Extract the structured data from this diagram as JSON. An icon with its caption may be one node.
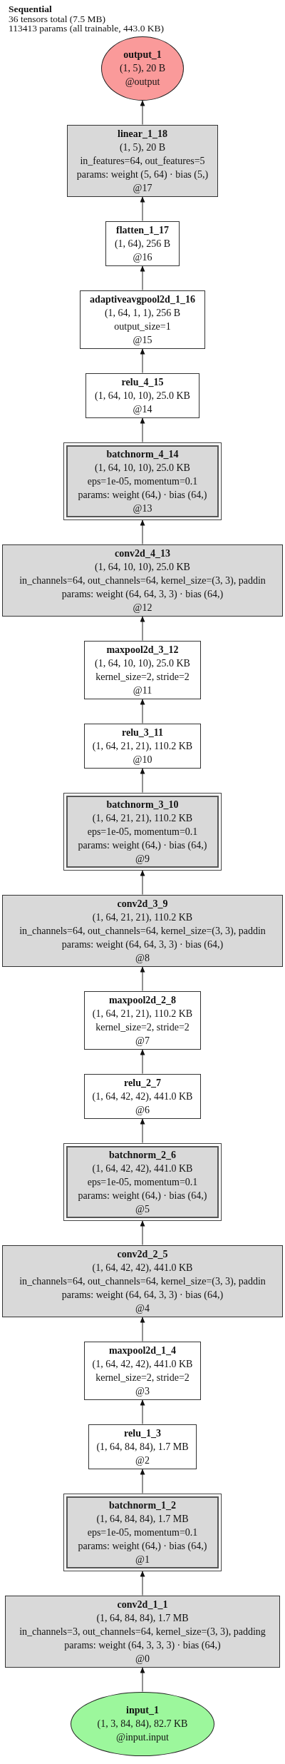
{
  "diagram": {
    "title": "Sequential",
    "labels": [
      "36 tensors total (7.5 MB)",
      "113413 params (all trainable, 443.0 KB)"
    ],
    "nodes": [
      {
        "text": [
          "output_1",
          "(1, 5), 20 B",
          "@output"
        ]
      },
      {
        "text": [
          "linear_1_18",
          "(1, 5), 20 B",
          "in_features=64, out_features=5",
          "params: weight (5, 64) · bias (5,)",
          "@17"
        ]
      },
      {
        "text": [
          "flatten_1_17",
          "(1, 64), 256 B",
          "@16"
        ]
      },
      {
        "text": [
          "adaptiveavgpool2d_1_16",
          "(1, 64, 1, 1), 256 B",
          "output_size=1",
          "@15"
        ]
      },
      {
        "text": [
          "relu_4_15",
          "(1, 64, 10, 10), 25.0 KB",
          "@14"
        ]
      },
      {
        "text": [
          "batchnorm_4_14",
          "(1, 64, 10, 10), 25.0 KB",
          "eps=1e-05, momentum=0.1",
          "params: weight (64,) · bias (64,)",
          "@13"
        ]
      },
      {
        "text": [
          "conv2d_4_13",
          "(1, 64, 10, 10), 25.0 KB",
          "in_channels=64, out_channels=64, kernel_size=(3, 3), paddin",
          "params: weight (64, 64, 3, 3) · bias (64,)",
          "@12"
        ]
      },
      {
        "text": [
          "maxpool2d_3_12",
          "(1, 64, 10, 10), 25.0 KB",
          "kernel_size=2, stride=2",
          "@11"
        ]
      },
      {
        "text": [
          "relu_3_11",
          "(1, 64, 21, 21), 110.2 KB",
          "@10"
        ]
      },
      {
        "text": [
          "batchnorm_3_10",
          "(1, 64, 21, 21), 110.2 KB",
          "eps=1e-05, momentum=0.1",
          "params: weight (64,) · bias (64,)",
          "@9"
        ]
      },
      {
        "text": [
          "conv2d_3_9",
          "(1, 64, 21, 21), 110.2 KB",
          "in_channels=64, out_channels=64, kernel_size=(3, 3), paddin",
          "params: weight (64, 64, 3, 3) · bias (64,)",
          "@8"
        ]
      },
      {
        "text": [
          "maxpool2d_2_8",
          "(1, 64, 21, 21), 110.2 KB",
          "kernel_size=2, stride=2",
          "@7"
        ]
      },
      {
        "text": [
          "relu_2_7",
          "(1, 64, 42, 42), 441.0 KB",
          "@6"
        ]
      },
      {
        "text": [
          "batchnorm_2_6",
          "(1, 64, 42, 42), 441.0 KB",
          "eps=1e-05, momentum=0.1",
          "params: weight (64,) · bias (64,)",
          "@5"
        ]
      },
      {
        "text": [
          "conv2d_2_5",
          "(1, 64, 42, 42), 441.0 KB",
          "in_channels=64, out_channels=64, kernel_size=(3, 3), paddin",
          "params: weight (64, 64, 3, 3) · bias (64,)",
          "@4"
        ]
      },
      {
        "text": [
          "maxpool2d_1_4",
          "(1, 64, 42, 42), 441.0 KB",
          "kernel_size=2, stride=2",
          "@3"
        ]
      },
      {
        "text": [
          "relu_1_3",
          "(1, 64, 84, 84), 1.7 MB",
          "@2"
        ]
      },
      {
        "text": [
          "batchnorm_1_2",
          "(1, 64, 84, 84), 1.7 MB",
          "eps=1e-05, momentum=0.1",
          "params: weight (64,) · bias (64,)",
          "@1"
        ]
      },
      {
        "text": [
          "conv2d_1_1",
          "(1, 64, 84, 84), 1.7 MB",
          "in_channels=3, out_channels=64, kernel_size=(3, 3), padding",
          "params: weight (64, 3, 3, 3) · bias (64,)",
          "@0"
        ]
      },
      {
        "text": [
          "input_1",
          "(1, 3, 84, 84), 82.7 KB",
          "@input.input"
        ]
      }
    ],
    "edges": [
      {
        "from": 1,
        "to": 0,
        "arrow": "to"
      },
      {
        "from": 2,
        "to": 1,
        "arrow": "to"
      },
      {
        "from": 3,
        "to": 2,
        "arrow": "to"
      },
      {
        "from": 4,
        "to": 3,
        "arrow": "to"
      },
      {
        "from": 5,
        "to": 4,
        "arrow": "to"
      },
      {
        "from": 6,
        "to": 5,
        "arrow": "to"
      },
      {
        "from": 7,
        "to": 6,
        "arrow": "to"
      },
      {
        "from": 8,
        "to": 7,
        "arrow": "to"
      },
      {
        "from": 9,
        "to": 8,
        "arrow": "to"
      },
      {
        "from": 10,
        "to": 9,
        "arrow": "to"
      },
      {
        "from": 11,
        "to": 10,
        "arrow": "to"
      },
      {
        "from": 12,
        "to": 11,
        "arrow": "to"
      },
      {
        "from": 13,
        "to": 12,
        "arrow": "to"
      },
      {
        "from": 14,
        "to": 13,
        "arrow": "to"
      },
      {
        "from": 15,
        "to": 14,
        "arrow": "to"
      },
      {
        "from": 16,
        "to": 15,
        "arrow": "to"
      },
      {
        "from": 17,
        "to": 16,
        "arrow": "to"
      },
      {
        "from": 18,
        "to": 17,
        "arrow": "to"
      },
      {
        "from": 19,
        "to": 18,
        "arrow": "to"
      }
    ]
  }
}
